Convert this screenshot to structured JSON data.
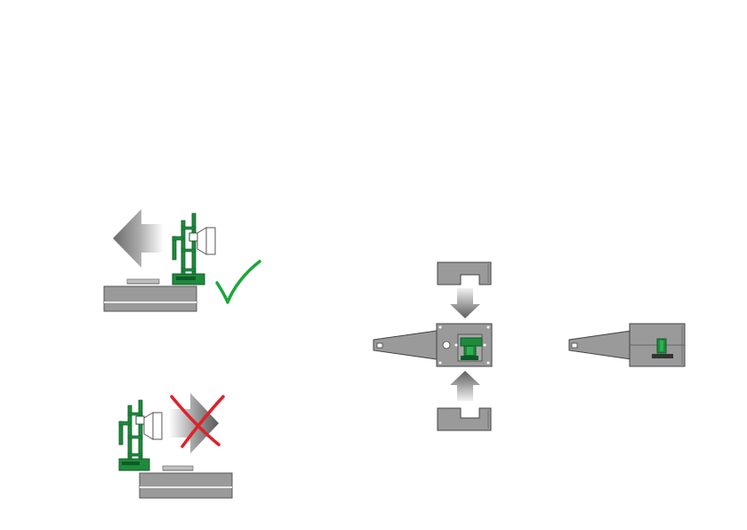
{
  "colors": {
    "component_green": "#1f8a3c",
    "component_dark": "#0f5a28",
    "board_gray": "#9a9a9a",
    "board_edge": "#555555",
    "check_green": "#1aa83a",
    "cross_red": "#e0202a"
  },
  "panels": {
    "correct": {
      "status_icon": "checkmark-icon",
      "arrow_direction": "left"
    },
    "incorrect": {
      "status_icon": "cross-icon",
      "arrow_direction": "right"
    },
    "assembly": {
      "arrows": [
        "down",
        "up"
      ],
      "parts": [
        "upper-cover",
        "lower-cover",
        "base-plate",
        "assembled-module"
      ]
    }
  }
}
